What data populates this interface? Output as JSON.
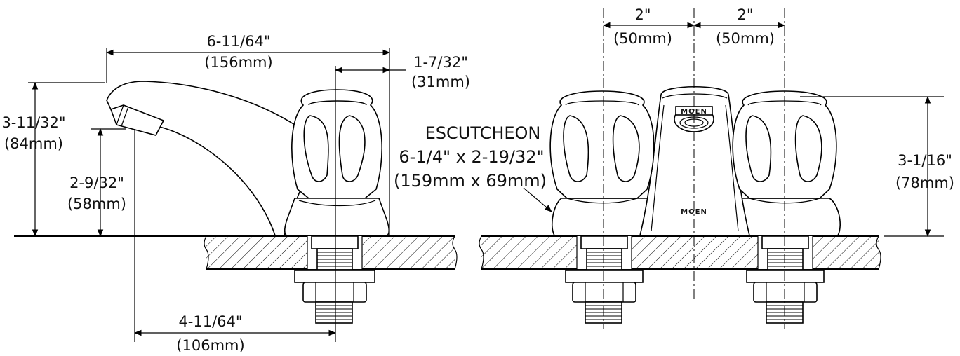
{
  "side_view": {
    "spout_reach": {
      "inch": "6-11/64\"",
      "mm": "(156mm)"
    },
    "handle_offset": {
      "inch": "1-7/32\"",
      "mm": "(31mm)"
    },
    "spout_height": {
      "inch": "3-11/32\"",
      "mm": "(84mm)"
    },
    "aerator_height": {
      "inch": "2-9/32\"",
      "mm": "(58mm)"
    },
    "outlet_to_center": {
      "inch": "4-11/64\"",
      "mm": "(106mm)"
    }
  },
  "front_view": {
    "left_center": {
      "inch": "2\"",
      "mm": "(50mm)"
    },
    "right_center": {
      "inch": "2\"",
      "mm": "(50mm)"
    },
    "handle_height": {
      "inch": "3-1/16\"",
      "mm": "(78mm)"
    },
    "escutcheon": {
      "title": "ESCUTCHEON",
      "size_inch": "6-1/4\" x 2-19/32\"",
      "size_mm": "(159mm x 69mm)"
    },
    "aerator_brand": "MOEN",
    "body_brand": "MOEN"
  }
}
